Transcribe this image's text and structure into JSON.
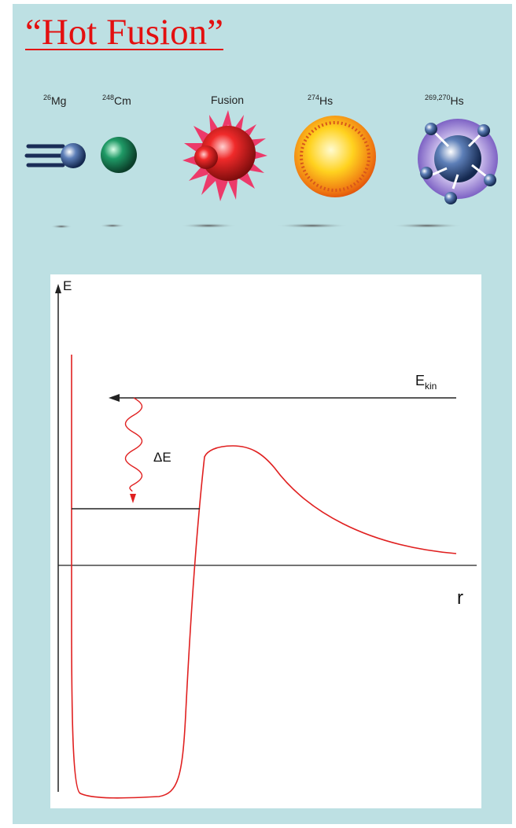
{
  "slide": {
    "title": "“Hot Fusion”",
    "background_color": "#bde0e3",
    "title_color": "#e31010"
  },
  "nuclei": [
    {
      "sup": "26",
      "name": "Mg",
      "icon": "projectile-nucleus"
    },
    {
      "sup": "248",
      "name": "Cm",
      "icon": "target-nucleus"
    },
    {
      "sup": "",
      "name": "Fusion",
      "icon": "fusion-burst"
    },
    {
      "sup": "274",
      "name": "Hs",
      "icon": "compound-nucleus"
    },
    {
      "sup": "269,270",
      "name": "Hs",
      "icon": "evaporation-residue"
    }
  ],
  "plot": {
    "axis_y_label": "E",
    "axis_x_label": "r",
    "ekin_base": "E",
    "ekin_sub": "kin",
    "delta_e": "ΔE",
    "curve_color": "#e02020",
    "axis_color": "#222222"
  }
}
